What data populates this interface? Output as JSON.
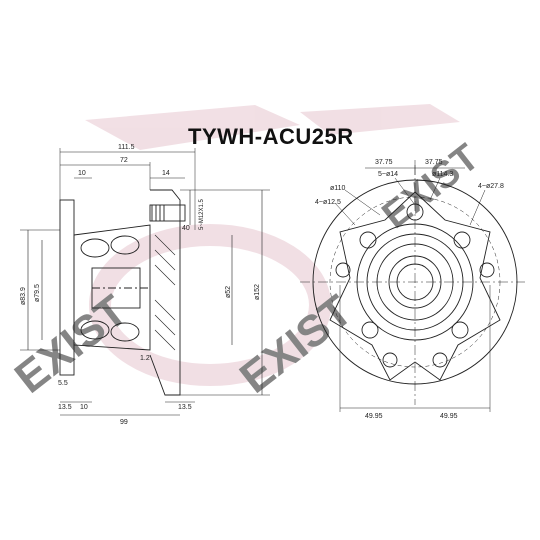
{
  "title": "TYWH-ACU25R",
  "watermark": {
    "text": "EXIST",
    "color": "#e7c6cf"
  },
  "side_view": {
    "dims": {
      "overall_length": "111.5",
      "hub_length": "72",
      "flange_offset": "10",
      "bolt_len": "14",
      "thread": "5~M12X1.5",
      "depth_40": "40",
      "dia_83_9": "ø83.9",
      "dia_79_5": "ø79.5",
      "dia_52": "ø52",
      "dia_152": "ø152",
      "gap_1_2": "1.2",
      "step_5_5": "5.5",
      "base_13_5": "13.5",
      "base_10": "10",
      "base_99": "99",
      "right_13_5": "13.5"
    }
  },
  "front_view": {
    "dims": {
      "left_37_75": "37.75",
      "right_37_75": "37.75",
      "holes_14": "5~ø14",
      "pcd_114_3": "ø114.3",
      "dia_110": "ø110",
      "holes_12_5": "4~ø12.5",
      "holes_27_8": "4~ø27.8",
      "bottom_left": "49.95",
      "bottom_right": "49.95"
    }
  }
}
